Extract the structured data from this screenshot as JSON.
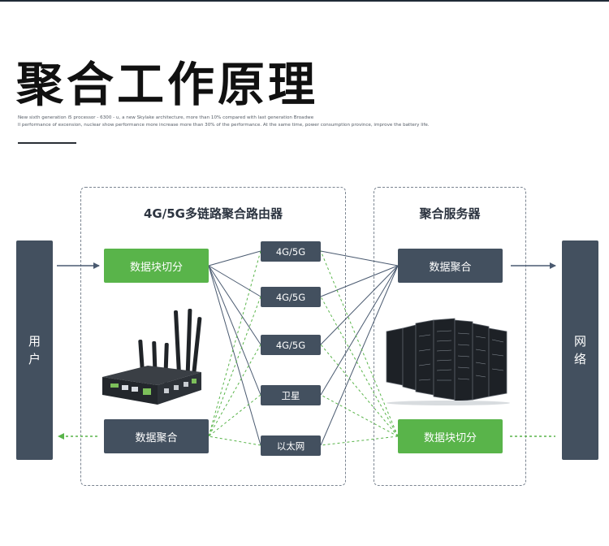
{
  "heading": {
    "title": "聚合工作原理",
    "subtitle_line1": "New sixth generation i5 processor - 6300 - u, a new Skylake architecture, more than 10% compared with last generation Broadwe",
    "subtitle_line2": "ll performance of excension, nuclear show performance more increase more than 30% of the performance. At the same time, power consumption province, improve the battery life."
  },
  "router_panel": {
    "title": "4G/5G多链路聚合路由器"
  },
  "server_panel": {
    "title": "聚合服务器"
  },
  "user": {
    "chars": [
      "用",
      "户"
    ]
  },
  "network": {
    "chars": [
      "网",
      "络"
    ]
  },
  "router_blocks": {
    "split": "数据块切分",
    "aggregate": "数据聚合"
  },
  "server_blocks": {
    "aggregate": "数据聚合",
    "split": "数据块切分"
  },
  "links": [
    "4G/5G",
    "4G/5G",
    "4G/5G",
    "卫星",
    "以太网"
  ],
  "colors": {
    "dark_box": "#43505f",
    "green_box": "#59b44a",
    "forward_line": "#4a5a70",
    "return_line": "#59b44a"
  },
  "icons": {
    "router": "router-device-icon",
    "server": "server-rack-icon"
  }
}
